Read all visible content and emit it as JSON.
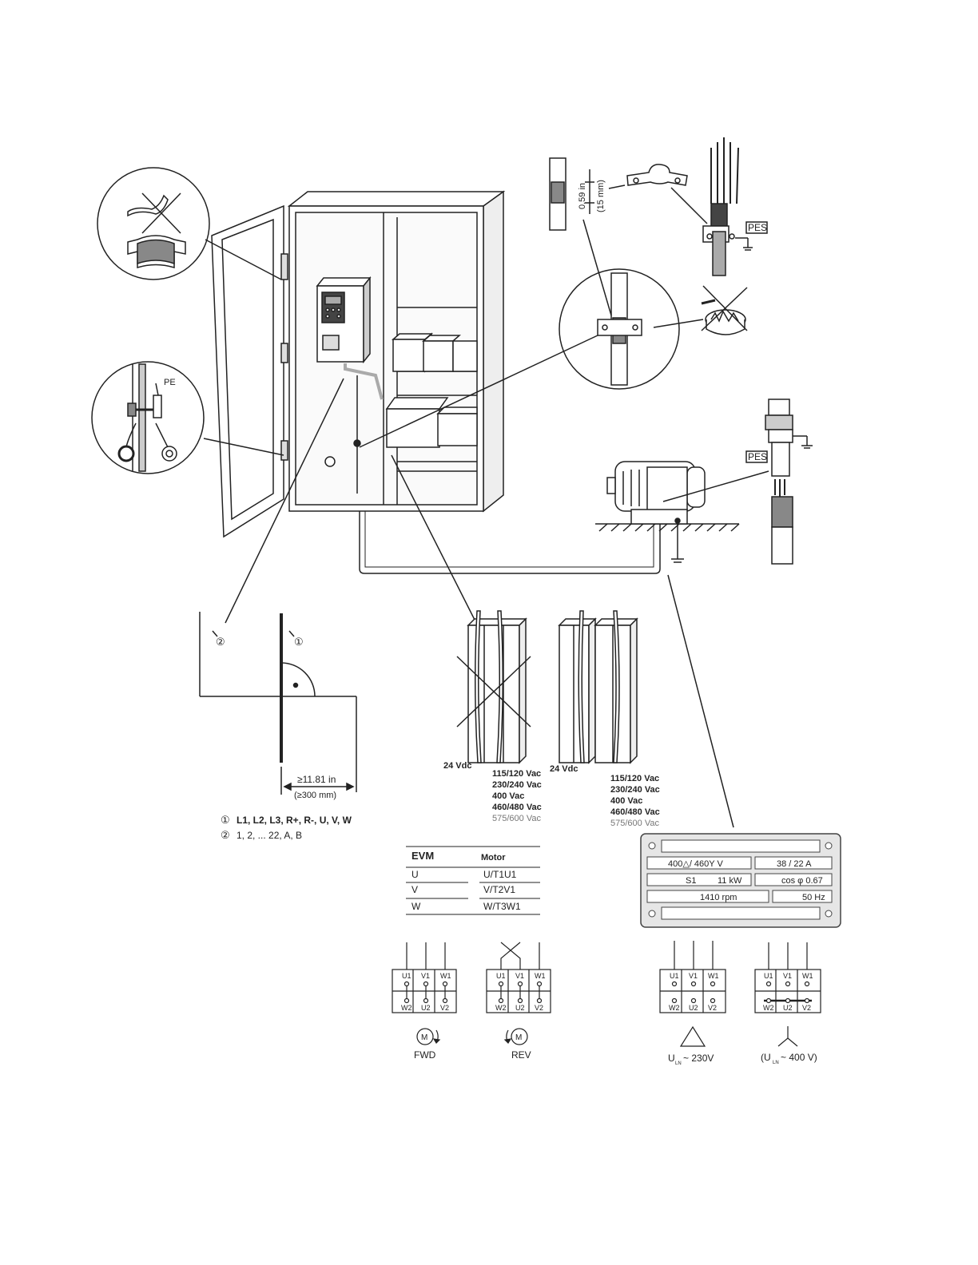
{
  "labels": {
    "pe": "PE",
    "pes_top": "PES",
    "pes_mid": "PES",
    "dim_in": "0.59 in",
    "dim_mm": "(15 mm)",
    "circle1": "①",
    "circle2": "②",
    "dist_in": "≥11.81 in",
    "dist_mm": "(≥300 mm)",
    "legend1_num": "①",
    "legend1": "L1, L2, L3, R+, R-, U, V, W",
    "legend2_num": "②",
    "legend2": "1, 2, ... 22, A, B"
  },
  "cables": {
    "left": {
      "dc": "24 Vdc",
      "ac": [
        "115/120 Vac",
        "230/240 Vac",
        "400 Vac",
        "460/480 Vac",
        "575/600 Vac"
      ]
    },
    "right": {
      "dc": "24 Vdc",
      "ac": [
        "115/120 Vac",
        "230/240 Vac",
        "400 Vac",
        "460/480 Vac",
        "575/600 Vac"
      ]
    }
  },
  "mapping": {
    "headers": [
      "EVM",
      "Motor"
    ],
    "rows": [
      [
        "U",
        "U/T1U1"
      ],
      [
        "V",
        "V/T2V1"
      ],
      [
        "W",
        "W/T3W1"
      ]
    ]
  },
  "nameplate": {
    "voltage": "400△/ 460Y  V",
    "current": "38 / 22 A",
    "duty": "S1",
    "power": "11  kW",
    "cosphi": "cos φ 0.67",
    "speed": "1410    rpm",
    "freq": "50 Hz"
  },
  "terminals": {
    "top": [
      "U1",
      "V1",
      "W1"
    ],
    "bottom": [
      "W2",
      "U2",
      "V2"
    ],
    "motor": "M",
    "fwd": "FWD",
    "rev": "REV",
    "delta": "U",
    "delta_sub": "LN",
    "delta_val": " ~ 230V",
    "star_pre": "(U",
    "star_sub": "LN",
    "star_val": " ~ 400 V)"
  }
}
